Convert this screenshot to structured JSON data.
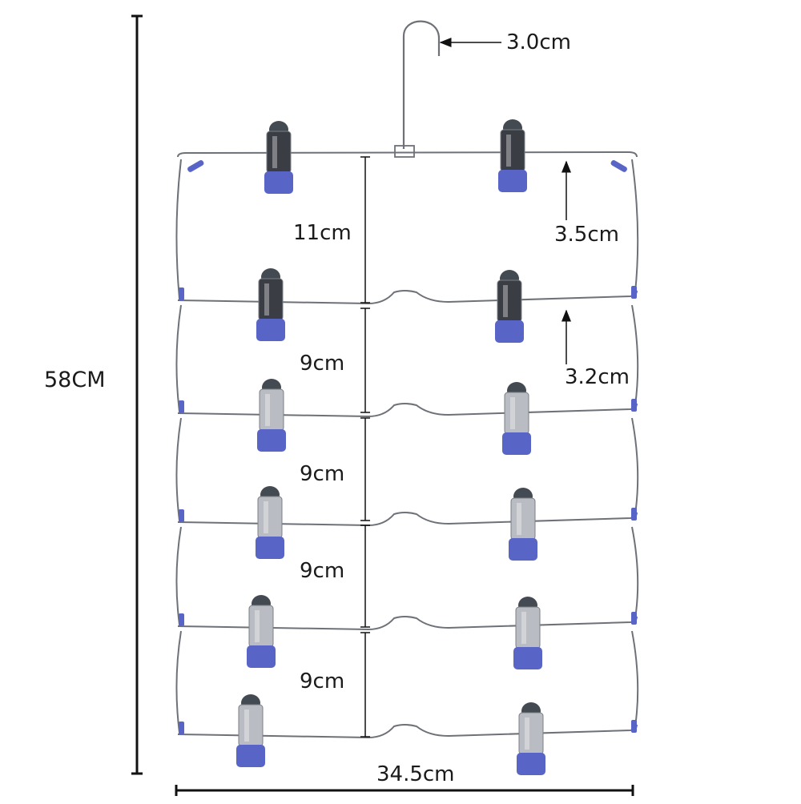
{
  "figure": {
    "dimensions": {
      "overall_height": "58CM",
      "overall_width": "34.5cm",
      "hook_opening": "3.0cm",
      "clip_gap_top": "3.5cm",
      "clip_gap_second": "3.2cm",
      "tier_gaps": [
        "11cm",
        "9cm",
        "9cm",
        "9cm",
        "9cm"
      ]
    },
    "tiers": [
      {
        "clip_style": "black"
      },
      {
        "clip_style": "black"
      },
      {
        "clip_style": "silver"
      },
      {
        "clip_style": "silver"
      },
      {
        "clip_style": "silver"
      },
      {
        "clip_style": "silver"
      }
    ],
    "colors": {
      "wire": "#6e7278",
      "dimension_line": "#111111",
      "clip_blue": "#5865c7",
      "clip_black": "#3a3d44",
      "clip_silver": "#b9bcc2"
    }
  }
}
